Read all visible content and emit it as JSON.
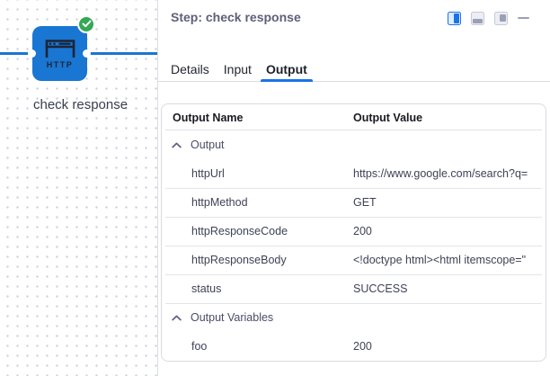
{
  "colors": {
    "accent_blue": "#1a73e8",
    "node_blue": "#1976d2",
    "success_green": "#34a853"
  },
  "canvas": {
    "node": {
      "label": "check response",
      "icon": "http-browser-icon",
      "icon_text": "HTTP",
      "status_icon": "check-success-icon"
    }
  },
  "panel": {
    "header": {
      "title": "Step: check response"
    },
    "window_controls": {
      "items": [
        {
          "icon": "layout-split-right-icon",
          "active": true
        },
        {
          "icon": "layout-bottom-panel-icon",
          "active": false
        },
        {
          "icon": "layout-floating-panel-icon",
          "active": false
        },
        {
          "icon": "minimize-icon",
          "active": false
        }
      ]
    },
    "tabs": [
      {
        "label": "Details",
        "active": false
      },
      {
        "label": "Input",
        "active": false
      },
      {
        "label": "Output",
        "active": true
      }
    ],
    "table": {
      "columns": [
        "Output Name",
        "Output Value"
      ],
      "rows": [
        {
          "type": "group",
          "label": "Output",
          "sep": false
        },
        {
          "type": "item",
          "name": "httpUrl",
          "value": "https://www.google.com/search?q=",
          "sep": false
        },
        {
          "type": "item",
          "name": "httpMethod",
          "value": "GET",
          "sep": true
        },
        {
          "type": "item",
          "name": "httpResponseCode",
          "value": "200",
          "sep": true
        },
        {
          "type": "item",
          "name": "httpResponseBody",
          "value": "<!doctype html><html itemscope=\"",
          "sep": true
        },
        {
          "type": "item",
          "name": "status",
          "value": "SUCCESS",
          "sep": true
        },
        {
          "type": "group",
          "label": "Output Variables",
          "sep": true
        },
        {
          "type": "item",
          "name": "foo",
          "value": "200",
          "sep": false
        }
      ]
    }
  }
}
